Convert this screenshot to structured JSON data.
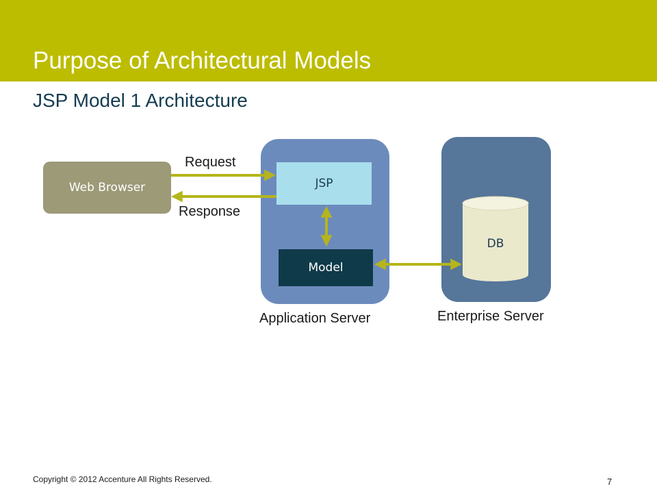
{
  "slide": {
    "title": "Purpose of Architectural Models",
    "subtitle": "JSP Model 1 Architecture"
  },
  "diagram": {
    "web_browser": "Web Browser",
    "jsp": "JSP",
    "model": "Model",
    "db": "DB",
    "request_label": "Request",
    "response_label": "Response",
    "app_server_label": "Application Server",
    "enterprise_server_label": "Enterprise Server"
  },
  "footer": {
    "copyright": "Copyright © 2012 Accenture  All Rights Reserved.",
    "page_number": "7"
  },
  "colors": {
    "header_band": "#bcbc00",
    "arrow": "#b5b51c",
    "app_server": "#6c8bbd",
    "enterprise_server": "#56769a",
    "web_browser": "#9c9a77",
    "jsp_box": "#a9dfed",
    "model_box": "#0f3a4a",
    "db_cylinder": "#ebe9cc"
  }
}
